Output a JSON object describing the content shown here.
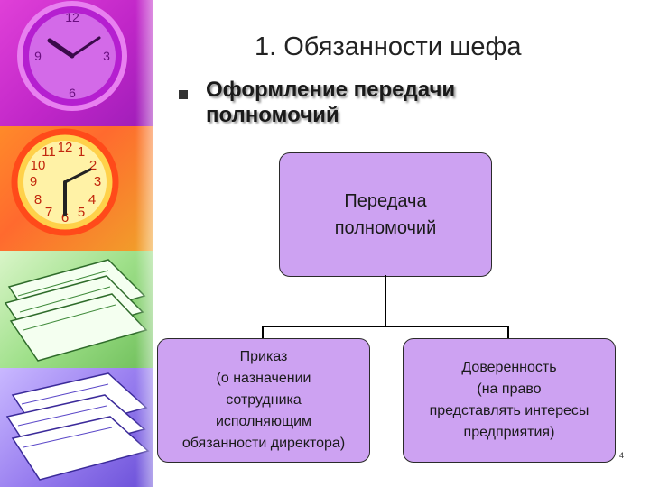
{
  "slide": {
    "title": "1. Обязанности шефа",
    "bullet": "Оформление передачи полномочий",
    "page_number": "4"
  },
  "org_chart": {
    "root": {
      "lines": [
        "Передача",
        "полномочий"
      ]
    },
    "children": [
      {
        "lines": [
          "Приказ",
          "(о назначении",
          "сотрудника",
          "исполняющим",
          "обязанности директора)"
        ]
      },
      {
        "lines": [
          "Доверенность",
          "(на право",
          "представлять интересы",
          "предприятия)"
        ]
      }
    ]
  },
  "colors": {
    "box_fill": "#cda2f2",
    "box_border": "#2a2a2a",
    "connector": "#000000"
  },
  "icons": [
    "clock-icon",
    "clock-icon",
    "paper-stack-icon",
    "paper-stack-icon"
  ]
}
